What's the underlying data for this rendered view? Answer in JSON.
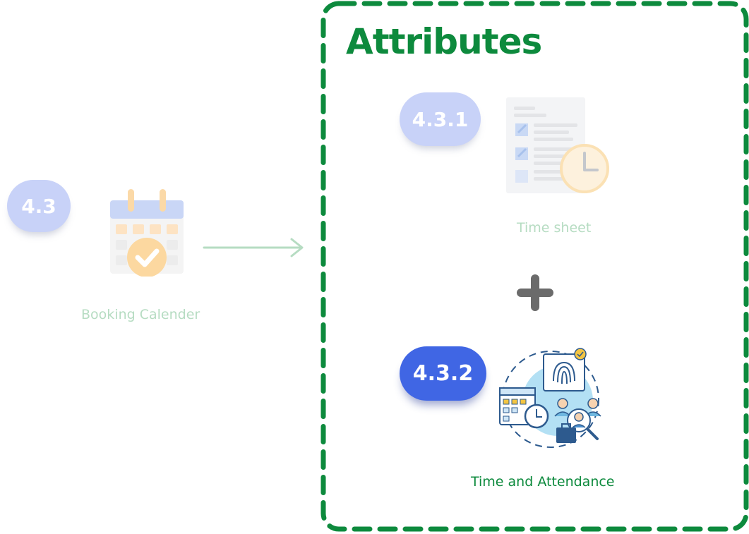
{
  "section": {
    "number": "4.3",
    "label": "Booking Calender"
  },
  "attributes_box": {
    "title": "Attributes",
    "items": [
      {
        "number": "4.3.1",
        "label": "Time sheet"
      },
      {
        "number": "4.3.2",
        "label": "Time and Attendance"
      }
    ],
    "connector": "+"
  },
  "colors": {
    "accent_green": "#0d8a3d",
    "pill_faded": "#c8d2f8",
    "pill_strong": "#4066e4",
    "arrow_green": "#b6dcc2"
  },
  "icons": {
    "section": "calendar-check-icon",
    "item_1": "timesheet-clock-icon",
    "item_2": "fingerprint-attendance-icon",
    "connector": "plus-icon",
    "arrow": "arrow-right-icon"
  }
}
